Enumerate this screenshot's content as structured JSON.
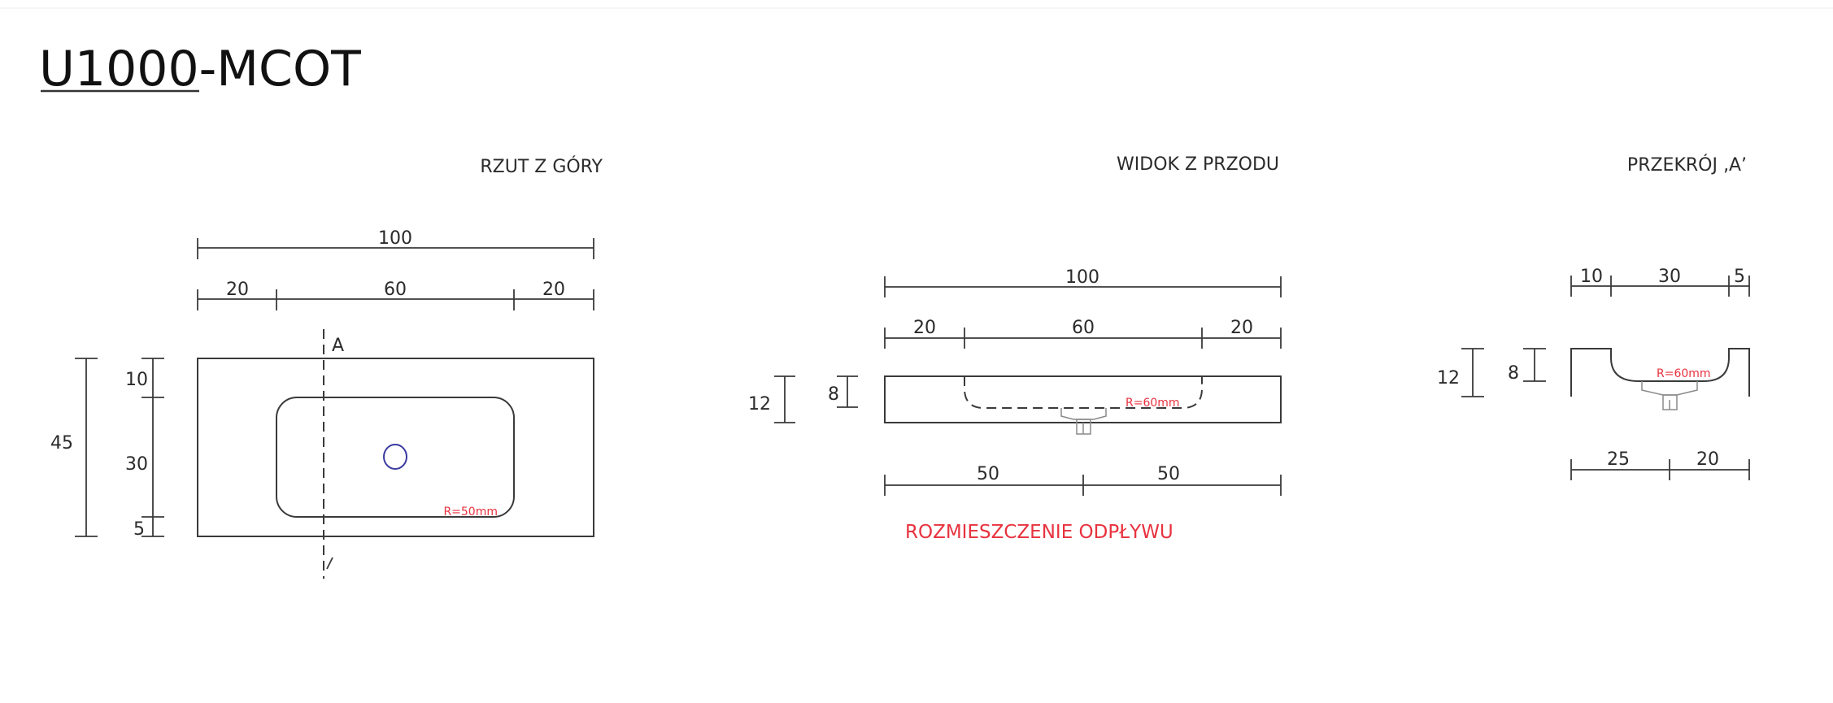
{
  "document": {
    "model_prefix": "U1000",
    "model_suffix": "-MCOT"
  },
  "views": {
    "top": {
      "title": "RZUT Z GÓRY",
      "overall_width": "100",
      "segments_width": [
        "20",
        "60",
        "20"
      ],
      "overall_depth": "45",
      "segments_depth": [
        "10",
        "30",
        "5"
      ],
      "section_marker": "A",
      "corner_note": "R=50mm"
    },
    "front": {
      "title": "WIDOK Z PRZODU",
      "overall_width": "100",
      "segments_width": [
        "20",
        "60",
        "20"
      ],
      "overall_height": "12",
      "bowl_depth": "8",
      "corner_note": "R=60mm",
      "drain_offsets": [
        "50",
        "50"
      ],
      "drain_label": "ROZMIESZCZENIE ODPŁYWU"
    },
    "section": {
      "title": "PRZEKRÓJ ‚A’",
      "segments_top": [
        "10",
        "30",
        "5"
      ],
      "overall_height": "12",
      "bowl_depth": "8",
      "corner_note": "R=60mm",
      "drain_offsets": [
        "25",
        "20"
      ]
    }
  },
  "colors": {
    "line": "#3a3a3a",
    "accent_red": "#e8323f",
    "drain_blue": "#3a3aa0"
  }
}
